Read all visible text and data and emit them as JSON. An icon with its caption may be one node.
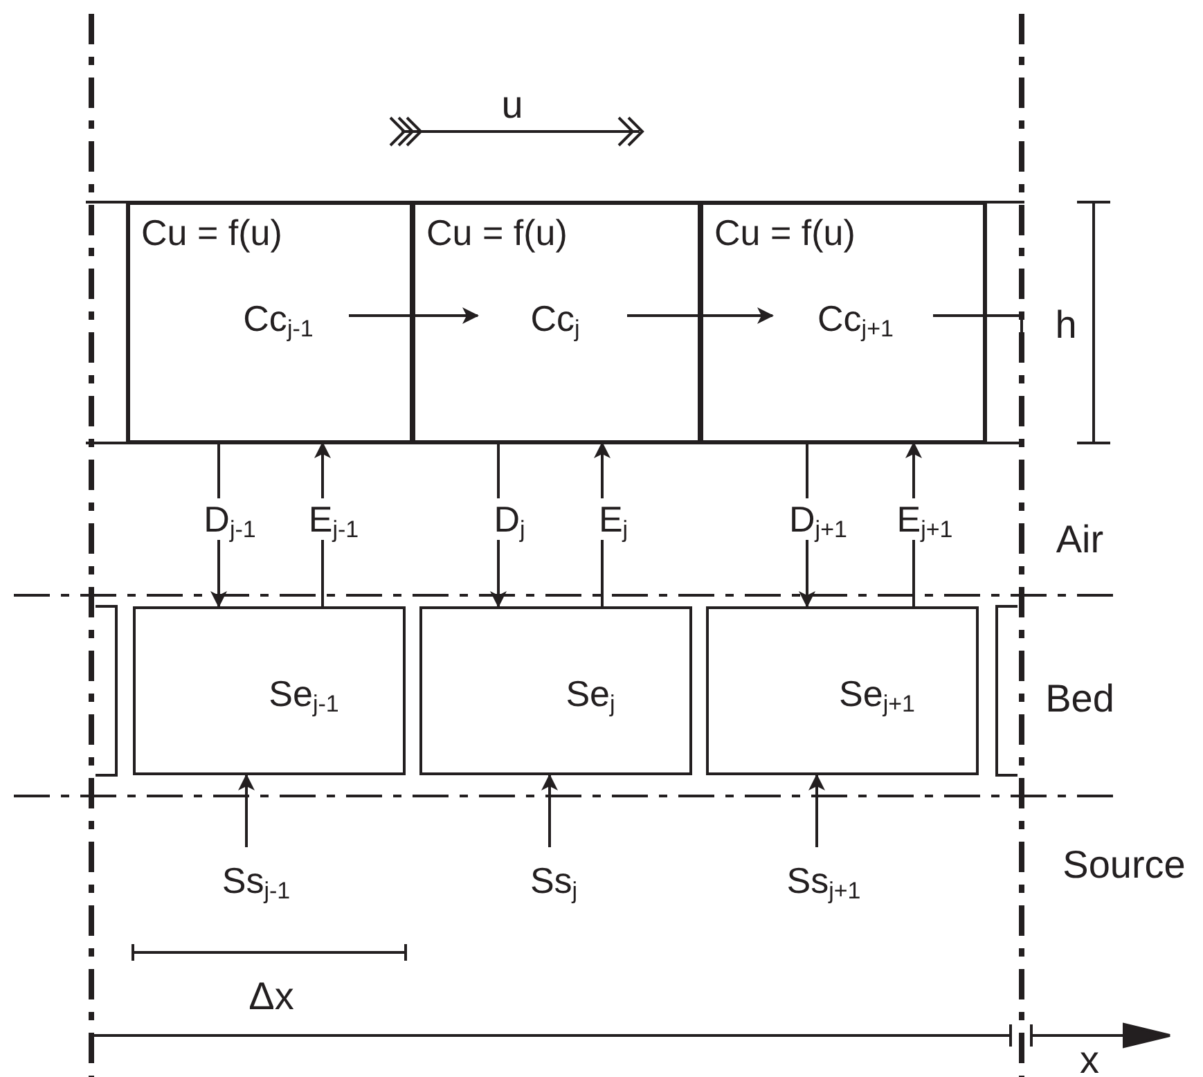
{
  "diagram": {
    "nodes": [
      {
        "text": [
          "Cu = f(u)"
        ]
      },
      {
        "text": [
          "Cc$_{j-1}$"
        ],
        "in": 0
      },
      {
        "text": [
          "Cu = f(u)"
        ]
      },
      {
        "text": [
          "Cc$_{j}$"
        ],
        "in": 2
      },
      {
        "text": [
          "Cu = f(u)"
        ]
      },
      {
        "text": [
          "Cc$_{j+1}$"
        ],
        "in": 4
      },
      {
        "text": [
          "Se$_{j-1}$"
        ]
      },
      {
        "text": [
          "Se$_{j}$"
        ]
      },
      {
        "text": [
          "Se$_{j+1}$"
        ]
      },
      {
        "text": [
          "Ss$_{j-1}$"
        ]
      },
      {
        "text": [
          "Ss$_{j}$"
        ]
      },
      {
        "text": [
          "Ss$_{j+1}$"
        ]
      }
    ],
    "edges": [
      {
        "from": 1,
        "to": 3,
        "arrow": "to"
      },
      {
        "from": 3,
        "to": 5,
        "arrow": "to"
      },
      {
        "from": 5,
        "to": null,
        "arrow": "none"
      },
      {
        "from": 0,
        "to": 6,
        "arrow": "to",
        "label": "D$_{j-1}$"
      },
      {
        "from": 6,
        "to": 0,
        "arrow": "to",
        "label": "E$_{j-1}$"
      },
      {
        "from": 2,
        "to": 7,
        "arrow": "to",
        "label": "D$_{j}$"
      },
      {
        "from": 7,
        "to": 2,
        "arrow": "to",
        "label": "E$_{j}$"
      },
      {
        "from": 4,
        "to": 8,
        "arrow": "to",
        "label": "D$_{j+1}$"
      },
      {
        "from": 8,
        "to": 4,
        "arrow": "to",
        "label": "E$_{j+1}$"
      },
      {
        "from": 9,
        "to": 6,
        "arrow": "to"
      },
      {
        "from": 10,
        "to": 7,
        "arrow": "to"
      },
      {
        "from": 11,
        "to": 8,
        "arrow": "to"
      }
    ],
    "labels": [
      "u",
      "h",
      "Air",
      "Bed",
      "Source",
      "Δx",
      "x"
    ]
  }
}
